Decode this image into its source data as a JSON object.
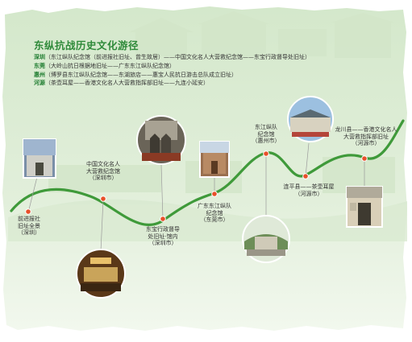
{
  "title": "东纵抗战历史文化游径",
  "routes": [
    {
      "city": "深圳",
      "text": "（东江纵队纪念馆（前进报社旧址、曾生故居）——中国文化名人大营救纪念馆——东宝行政督导处旧址）"
    },
    {
      "city": "东莞",
      "text": "（大岭山抗日根据地旧址——广东东江纵队纪念馆）"
    },
    {
      "city": "惠州",
      "text": "（博罗县东江纵队纪念馆——东湖旅店——惠宝人民抗日游击总队成立旧址）"
    },
    {
      "city": "河源",
      "text": "（茶壶耳屋——香港文化名人大营救指挥部旧址——九连小延安）"
    }
  ],
  "stops": [
    {
      "lines": [
        "前进报社",
        "旧址全景",
        "（深圳）"
      ]
    },
    {
      "lines": [
        "中国文化名人",
        "大营救纪念馆",
        "（深圳市）"
      ]
    },
    {
      "lines": [
        "东宝行政督导",
        "处旧址·馆内",
        "（深圳市）"
      ]
    },
    {
      "lines": [
        "广东东江纵队",
        "纪念馆",
        "（东莞市）"
      ]
    },
    {
      "lines": [
        "东江纵队",
        "纪念馆",
        "（惠州市）"
      ]
    },
    {
      "lines": [
        "连平县——茶壶耳屋",
        "（河源市）"
      ]
    },
    {
      "lines": [
        "龙川县——香港文化名人",
        "大营救指挥部旧址",
        "（河源市）"
      ]
    }
  ],
  "colors": {
    "accent": "#2f8a3a",
    "panel": "#dcecd4",
    "route": "#3f9a3a",
    "dot": "#e8502a"
  }
}
